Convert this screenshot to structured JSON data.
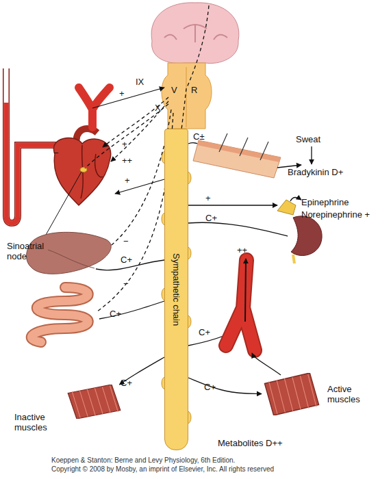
{
  "diagram": {
    "nodes": [
      {
        "text": [
          "Sympathetic chain"
        ]
      },
      {
        "text": [
          "Inactive muscles"
        ]
      },
      {
        "text": [
          "Active muscles"
        ]
      }
    ],
    "edges": [
      {
        "from": 0,
        "to": 1,
        "arrow": "to",
        "label": "C+"
      },
      {
        "from": 0,
        "to": 2,
        "arrow": "to",
        "label": "C+"
      }
    ],
    "labels": [
      "IX",
      "V",
      "R",
      "X",
      "+",
      "−",
      "+",
      "++",
      "+",
      "Sinoatrial node",
      "C±",
      "Sweat",
      "Bradykinin D+",
      "+",
      "Epinephrine",
      "Norepinephrine +",
      "C+",
      "C+",
      "−",
      "−",
      "C+",
      "++",
      "C+",
      "Metabolites D++",
      "Koeppen & Stanton: Berne and Levy Physiology, 6th Edition.",
      "Copyright © 2008 by Mosby, an imprint of Elsevier, Inc. All rights reserved"
    ]
  }
}
